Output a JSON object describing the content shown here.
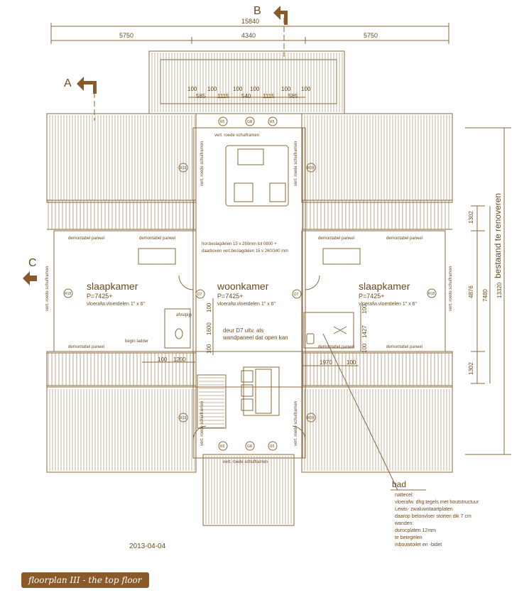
{
  "colors": {
    "line": "#8a6a3e",
    "ink": "#6b4a1e",
    "accent": "#8a5a2b"
  },
  "sections": {
    "a": "A",
    "b": "B",
    "c": "C"
  },
  "dims": {
    "total": "15840",
    "left": "5750",
    "mid": "4340",
    "right": "5750",
    "bal": [
      "100",
      "100",
      "100",
      "100",
      "100",
      "100"
    ],
    "bal2": [
      "585",
      "1115",
      "540",
      "1115",
      "585"
    ],
    "side": [
      "1302",
      "4876",
      "1302"
    ],
    "side_total": "7480",
    "outer_total": "13320",
    "bad_h": [
      "100",
      "1427",
      "100"
    ],
    "bad_w": [
      "1970",
      "100"
    ],
    "stair_w": [
      "100",
      "1200"
    ],
    "mid_v": [
      "100",
      "1600",
      "100"
    ]
  },
  "vertical_label": "bestaand te renoveren",
  "rooms": {
    "left": {
      "name": "slaapkamer",
      "level": "P=7425+",
      "floor": "vloerafw.vloerdelen 1\" x 6\""
    },
    "mid": {
      "name": "woonkamer",
      "level": "P=7425+",
      "floor": "vloerafw.vloerdelen 1\" x 6\""
    },
    "right": {
      "name": "slaapkamer",
      "level": "P=7425+",
      "floor": "vloerafw.vloerdelen 1\" x 6\""
    }
  },
  "notes": {
    "hor1": "hor.beslagdelen 15 x 260mm tot 0800 +",
    "hor2": "daarboven vert.beslagdelen 15 x 260/340 mm",
    "door1": "deur D7 uitv. als",
    "door2": "wandpaneel dat open kan",
    "demont": "demontabel paneel",
    "vert": "vert. roede schuiframen",
    "ladder": "begin ladder",
    "toilet": "afvulpijp"
  },
  "tags": {
    "r5": "R5",
    "gr": "GR",
    "r19": "R19",
    "r18": "R18",
    "d7": "D7"
  },
  "bad_note": {
    "title": "bad",
    "lines": [
      "nattecel:",
      "vloerafw. dhg.tegels met houtstructuur",
      "Lewis- zwaluwstaartplaten",
      "daarop betonvloer storten dik 7 cm",
      "wanden:",
      "durocplaten 12mm",
      "te betegelen",
      "inbouwtoilet en -bidet"
    ]
  },
  "date": "2013-04-04",
  "caption": "floorplan III - the top floor"
}
